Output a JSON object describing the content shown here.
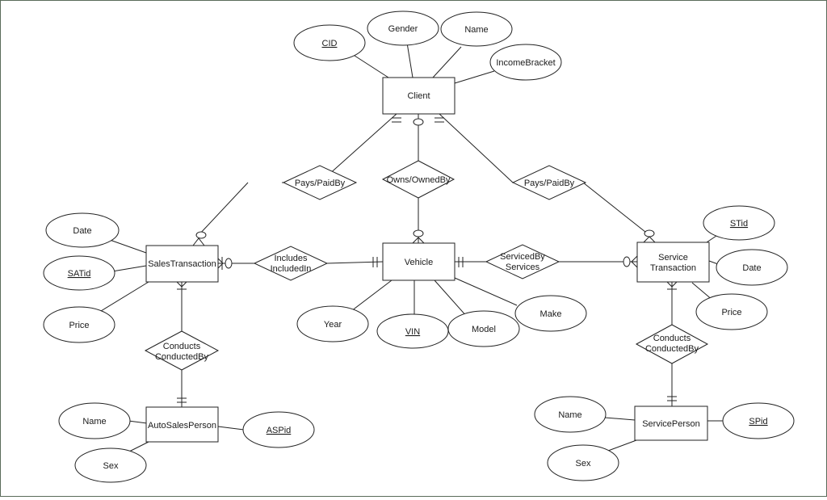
{
  "colors": {
    "stroke": "#222222",
    "fill": "#ffffff",
    "text": "#1a1a1a"
  },
  "entities": {
    "client": "Client",
    "sales_transaction": "SalesTransaction",
    "vehicle": "Vehicle",
    "service_transaction": [
      "Service",
      "Transaction"
    ],
    "auto_sales_person": "AutoSalesPerson",
    "service_person": "ServicePerson"
  },
  "attributes": {
    "client": {
      "cid": "CID",
      "gender": "Gender",
      "name": "Name",
      "income_bracket": "IncomeBracket"
    },
    "sales_transaction": {
      "date": "Date",
      "satid": "SATid",
      "price": "Price"
    },
    "vehicle": {
      "year": "Year",
      "vin": "VIN",
      "model": "Model",
      "make": "Make"
    },
    "service_transaction": {
      "stid": "STid",
      "date": "Date",
      "price": "Price"
    },
    "auto_sales_person": {
      "name": "Name",
      "sex": "Sex",
      "aspid": "ASPid"
    },
    "service_person": {
      "name": "Name",
      "sex": "Sex",
      "spid": "SPid"
    }
  },
  "relationships": {
    "pays_sales": [
      "Pays/PaidBy"
    ],
    "owns": [
      "Owns/OwnedBy"
    ],
    "pays_service": [
      "Pays/PaidBy"
    ],
    "includes": [
      "Includes",
      "IncludedIn"
    ],
    "serviced_by": [
      "ServicedBy",
      "Services"
    ],
    "conducts_sales": [
      "Conducts",
      "ConductedBy"
    ],
    "conducts_service": [
      "Conducts",
      "ConductedBy"
    ]
  }
}
